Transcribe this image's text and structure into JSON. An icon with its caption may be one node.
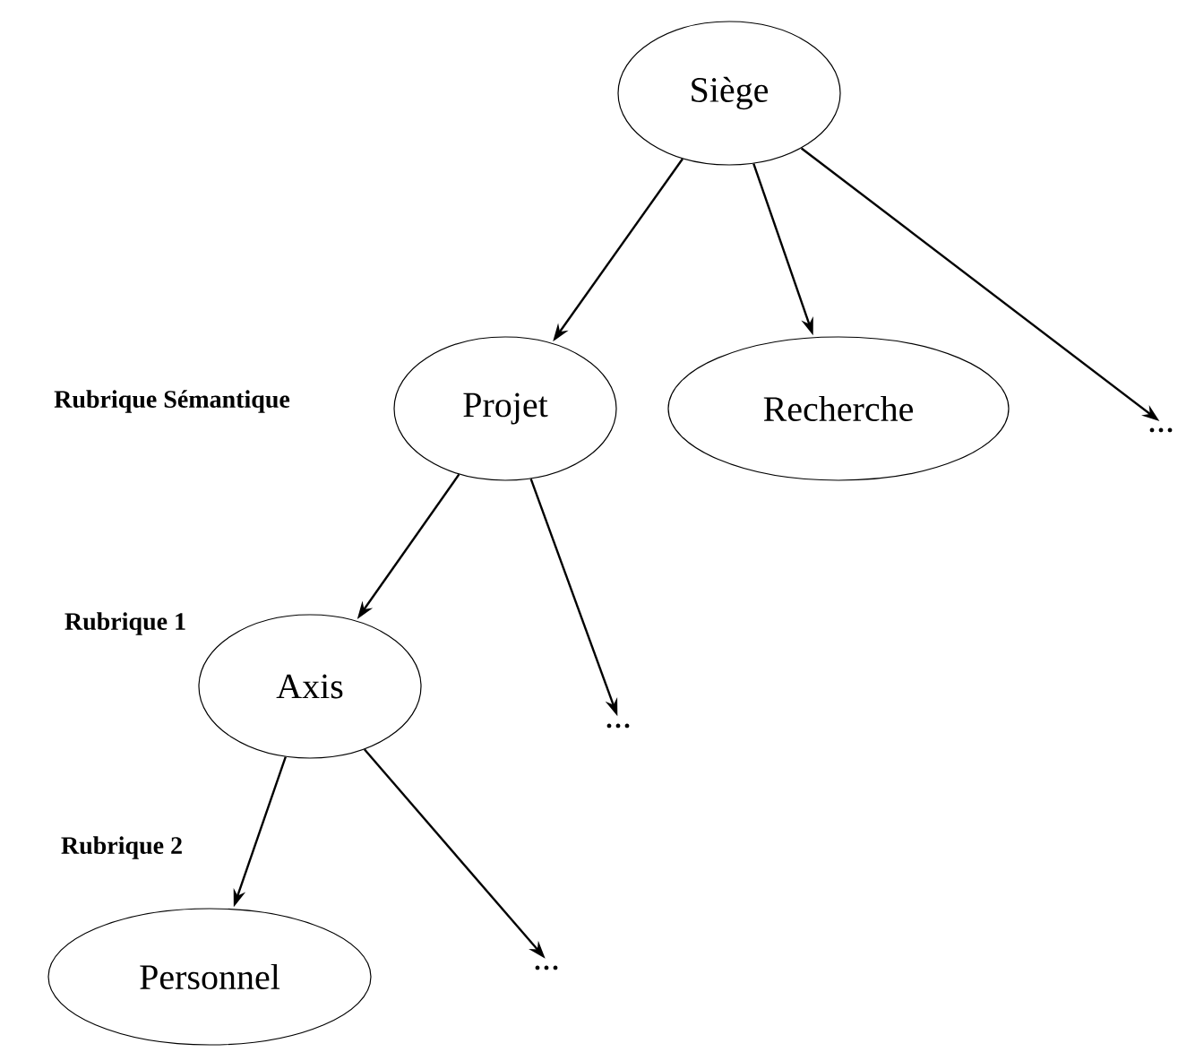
{
  "diagram": {
    "nodes": [
      {
        "text": [
          "Siège"
        ]
      },
      {
        "text": [
          "Projet"
        ]
      },
      {
        "text": [
          "Recherche"
        ]
      },
      {
        "text": [
          "..."
        ]
      },
      {
        "text": [
          "Axis"
        ]
      },
      {
        "text": [
          "..."
        ]
      },
      {
        "text": [
          "Personnel"
        ]
      },
      {
        "text": [
          "..."
        ]
      }
    ],
    "edges": [
      {
        "from": 0,
        "to": 1,
        "arrow": "to"
      },
      {
        "from": 0,
        "to": 2,
        "arrow": "to"
      },
      {
        "from": 0,
        "to": 3,
        "arrow": "to"
      },
      {
        "from": 1,
        "to": 4,
        "arrow": "to"
      },
      {
        "from": 1,
        "to": 5,
        "arrow": "to"
      },
      {
        "from": 4,
        "to": 6,
        "arrow": "to"
      },
      {
        "from": 4,
        "to": 7,
        "arrow": "to"
      }
    ],
    "labels": [
      "Rubrique Sémantique",
      "Rubrique 1",
      "Rubrique 2"
    ]
  }
}
